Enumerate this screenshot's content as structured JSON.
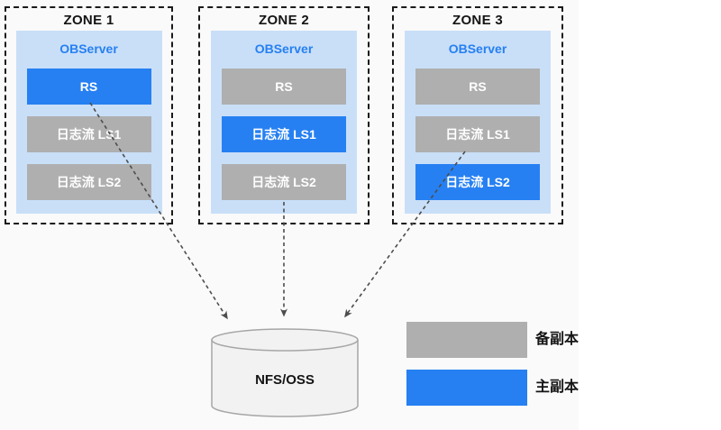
{
  "colors": {
    "primary": "#2680F2",
    "replica": "#AFAFAF",
    "observer-bg": "#C9DFF8",
    "canvas-bg": "#FAFAFA",
    "cylinder-fill": "#F2F2F2",
    "cylinder-stroke": "#A6A6A6",
    "arrow": "#4D4D4D",
    "border": "#1A1A1A",
    "text": "#141414"
  },
  "zones": [
    {
      "title": "ZONE 1",
      "server": "OBServer",
      "boxes": [
        {
          "label": "RS",
          "role": "primary"
        },
        {
          "label": "日志流 LS1",
          "role": "replica"
        },
        {
          "label": "日志流 LS2",
          "role": "replica"
        }
      ]
    },
    {
      "title": "ZONE 2",
      "server": "OBServer",
      "boxes": [
        {
          "label": "RS",
          "role": "replica"
        },
        {
          "label": "日志流 LS1",
          "role": "primary"
        },
        {
          "label": "日志流 LS2",
          "role": "replica"
        }
      ]
    },
    {
      "title": "ZONE 3",
      "server": "OBServer",
      "boxes": [
        {
          "label": "RS",
          "role": "replica"
        },
        {
          "label": "日志流 LS1",
          "role": "replica"
        },
        {
          "label": "日志流 LS2",
          "role": "primary"
        }
      ]
    }
  ],
  "storage": {
    "label": "NFS/OSS"
  },
  "legend": [
    {
      "role": "replica",
      "label": "备副本"
    },
    {
      "role": "primary",
      "label": "主副本"
    }
  ]
}
